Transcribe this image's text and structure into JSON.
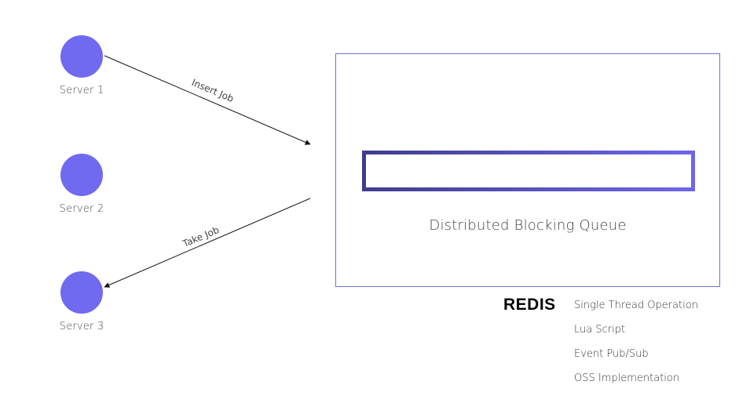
{
  "colors": {
    "node": "#6f6af0",
    "frame": "#6f6ed8",
    "line": "#111111"
  },
  "servers": [
    {
      "label": "Server 1"
    },
    {
      "label": "Server 2"
    },
    {
      "label": "Server 3"
    }
  ],
  "arrows": {
    "insert_label": "Insert Job",
    "take_label": "Take Job"
  },
  "queue": {
    "title": "Distributed Blocking Queue"
  },
  "redis": {
    "brand": "REDIS",
    "features": [
      "Single Thread Operation",
      "Lua Script",
      "Event Pub/Sub",
      "OSS Implementation"
    ]
  }
}
